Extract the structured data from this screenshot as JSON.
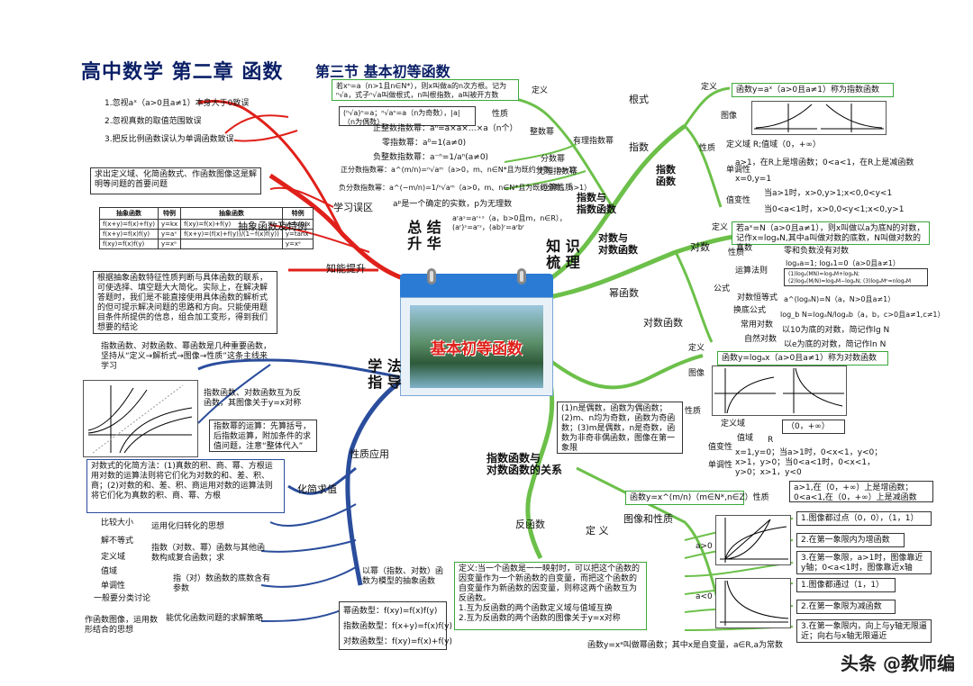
{
  "header": {
    "title": "高中数学 第二章 函数",
    "section": "第三节 基本初等函数"
  },
  "center": {
    "label": "基本初等函数"
  },
  "hubs": {
    "summary": "总 结\n升 华",
    "knowledge": "知 识\n梳 理",
    "method": "学 法\n指 导"
  },
  "left_red": {
    "warnings": [
      "1.忽视aˣ（a>0且a≠1）本身大于0致误",
      "2.忽视真数的取值范围致误",
      "3.把反比例函数误认为单调函数致误"
    ],
    "study_tip": "求出定义域、化简函数式、作函数图像这是解明等问题的首要问题",
    "study_label": "学习误区",
    "abstract_label": "抽象函数及特例",
    "table_headers": [
      "抽象函数",
      "特例",
      "抽象函数",
      "特例"
    ],
    "table_rows": [
      [
        "f(x+y)=f(x)+f(y)",
        "y=kx",
        "f(xy)=f(x)+f(y)",
        "y=logₐx"
      ],
      [
        "f(x+y)=f(x)f(y)",
        "y=aˣ",
        "f(x+y)=(f(x)+f(y))/(1−f(x)f(y))",
        "y=tanx"
      ],
      [
        "f(xy)=f(x)f(y)",
        "y=xᵃ",
        "",
        "y=xᵃ"
      ]
    ],
    "ability_label": "知能提升",
    "ability_text": "根据抽象函数特征性质判断与具体函数的联系，可使选择、填空题大大简化。实际上，在解决解答题时，我们是不能直接使用具体函数的解析式的但可提示解决问题的思路和方向。只能使用题目条件所提供的信息，组合加工变形，得到我们想要的结论"
  },
  "left_blue": {
    "intro": "指数函数、对数函数、幂函数是几种重要函数，坚持从“定义→解析式→图像→性质”这条主线来学习",
    "inverse_note": "指数函数、对数函数互为反函数，其图像关于y=x对称",
    "power_note": "指数幂的运算：先算括号，后指数运算，附加条件的求值问题，注意“整体代入”",
    "property_label": "性质应用",
    "simplify_text": "对数式的化简方法：(1)真数的积、商、幂、方根运用对数的运算法则将它们化为对数的和、差、积、商；(2)对数的和、差、积、商运用对数的运算法则将它们化为真数的积、商、幂、方根",
    "simplify_label": "化简求值",
    "compare_label": "比较大小",
    "compare_text": "运用化归转化的思想",
    "ineq_label": "解不等式",
    "domain_label": "定义域",
    "range_label": "值域",
    "mono_label": "单调性",
    "mono_text": "指数（对数、幂）函数与其他函数构成复合函数；求",
    "param_text": "指（对）数函数的底数含有参数",
    "case_label": "一般要分类讨论",
    "graph_label": "作函数图像，运用数形结合的思想",
    "graph_text": "能优化函数问题的求解策略",
    "abstract_model": "以幂（指数、对数）函数为模型的抽象函数",
    "models": [
      "幂函数型：f(xy)=f(x)f(y)",
      "指数函数型：f(x+y)=f(x)f(y)",
      "对数函数型：f(xy)=f(x)+f(y)"
    ]
  },
  "exp_top": {
    "root_def": "若xⁿ=a（n>1且n∈N*），则x叫做a的n次方根。记为ⁿ√a，式子ⁿ√a叫做根式，n叫根指数，a叫被开方数",
    "root_def_label": "定义",
    "root_prop": "(ⁿ√a)ⁿ=a；ⁿ√aⁿ=a（n为奇数），|a|（n为偶数）",
    "root_prop_label": "性质",
    "root_label": "根式",
    "exp_label": "指数",
    "int_power": "正整数指数幂：aⁿ=a×a×…×a（n个）",
    "zero_power": "零指数幂：a⁰=1(a≠0)",
    "neg_power": "负整数指数幂：a⁻ⁿ=1/aⁿ(a≠0)",
    "int_label": "整数幂",
    "frac_label": "分数幂",
    "rational_label": "有理指数幂",
    "pos_frac": "正分数指数幂：a^(m/n)=ⁿ√aᵐ（a>0，m、n∈N*且为既约分数，n>1）",
    "neg_frac": "负分数指数幂：a^(−m/n)=1/ⁿ√aᵐ（a>0，m、n∈N*且为既约分数，n>1）",
    "irrational_label": "无理指数幂",
    "ops_label": "运算性质",
    "irr_text": "aᵖ是一个确定的实数，p为无理数",
    "rules": "aʳaˢ=aʳ⁺ˢ（a，b>0且m，n∈R），(aʳ)ˢ=aʳˢ，(ab)ʳ=aʳbʳ",
    "branch_label": "指数与\n指数函数"
  },
  "exp_func": {
    "def_label": "定义",
    "def_text": "函数y=aˣ（a>0且a≠1）称为指数函数",
    "graph_label": "图像",
    "prop_label": "性质",
    "domain": "定义域 R;值域（0，+∞）",
    "mono_label": "单调性",
    "mono_text": "a>1，在R上是增函数；0<a<1，在R上是减函数",
    "point": "x=0,y=1",
    "vary_label": "值变性",
    "vary1": "当a>1时，x>0,y>1;x<0,0<y<1",
    "vary2": "当0<a<1时，x>0,0<y<1;x<0,y>1",
    "label": "指数\n函数"
  },
  "log_top": {
    "branch_label": "对数与\n对数函数",
    "log_label": "对数",
    "def_label": "定义",
    "def_text": "若aˣ=N（a>0且a≠1），则x叫做以a为底N的对数，记作x=logₐN,其中a叫做对数的底数，N叫做对数的真数",
    "prop_label": "性质",
    "prop_text": "零和负数没有对数",
    "prop2": "logₐa=1; logₐ1=0（a>0且a≠1）",
    "rules_label": "运算法则",
    "rules_text": "(1)logₐ(MN)=logₐM+logₐN; (2)logₐ(M/N)=logₐM−logₐN; (3)logₐMⁿ=nlogₐM",
    "formula_label": "公式",
    "identity_label": "对数恒等式",
    "identity": "a^(logₐN)=N（a，N>0且a≠1）",
    "change_label": "换底公式",
    "change": "log_b N=logₐN/logₐb（a，b，c>0且a≠1,c≠1）",
    "common_label": "常用对数",
    "common": "以10为底的对数，简记作lg N",
    "natural_label": "自然对数",
    "natural": "以e为底的对数，简记作ln N",
    "power_label": "幂函数",
    "logfunc_label": "对数函数"
  },
  "log_func": {
    "def_label": "定义",
    "def_text": "函数y=logₐx（a>0且a≠1）称为对数函数",
    "graph_label": "图像",
    "prop_label": "性质",
    "domain_label": "定义域",
    "domain": "（0，+∞）",
    "range_label": "值域",
    "range": "R",
    "vary_label": "值变性",
    "mono_label": "单调性",
    "vary_text": "x=1,y=0；当a>1时，0<x<1，y<0；x>1，y>0；当0<a<1时，0<x<1，y>0；x>1，y<0",
    "mono_text": "a>1,在（0，+∞）上是增函数；0<a<1,在（0，+∞）上是减函数"
  },
  "relation": {
    "label": "指数函数与\n对数函数的关系",
    "parity": "(1)n是偶数，函数为偶函数；(2)m、n均为奇数，函数为奇函数；(3)m是偶数，n是奇数，函数为非奇非偶函数，图像在第一象限",
    "inverse_label": "反函数",
    "def_label": "定 义",
    "inverse_def": "定义:当一个函数是一一映射时，可以把这个函数的因变量作为一个新函数的自变量，而把这个函数的自变量作为新函数的因变量，则称这两个函数互为反函数。",
    "inv1": "1.互为反函数的两个函数定义域与值域互换",
    "inv2": "2.互为反函数的两个函数的图像关于y=x对称"
  },
  "power_func": {
    "def": "函数y=x^(m/n)（m∈N*,n∈Z）性质",
    "graph_prop_label": "图像和性质",
    "a_pos": "a>0",
    "a_neg": "a<0",
    "pos1": "1.图像都过点（0，0），（1，1）",
    "pos2": "2.在第一象限内为增函数",
    "pos3": "3.在第一象限，a>1时，图像靠近y轴；0<a<1时，图像靠近x轴",
    "neg1": "1.图像都通过（1，1）",
    "neg2": "2.在第一象限为减函数",
    "neg3": "3.在第一象限内，向上与y轴无限逼近；向右与x轴无限逼近",
    "footer": "函数y=xᵃ叫做幂函数；其中x是自变量，a∈R,a为常数"
  },
  "watermark": "头条 @教师编",
  "colors": {
    "red": "#e0201a",
    "green": "#6cc04a",
    "blue": "#2a4d9c"
  }
}
